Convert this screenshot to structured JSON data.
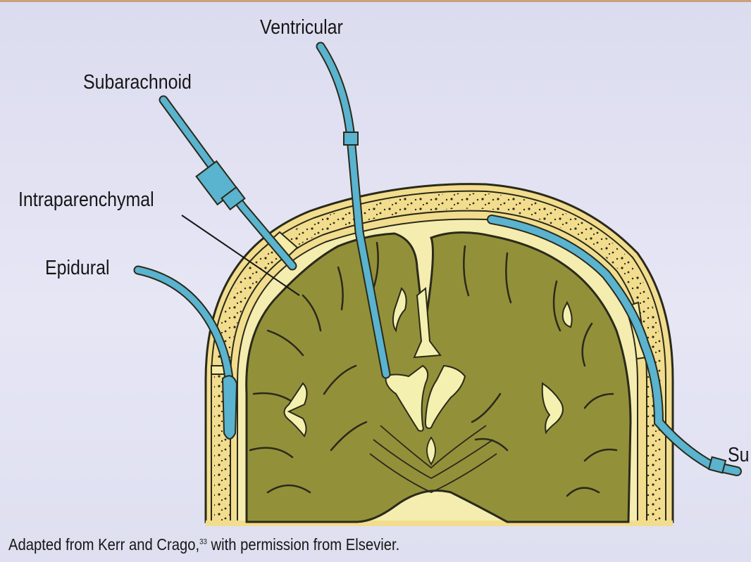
{
  "labels": {
    "ventricular": "Ventricular",
    "subarachnoid": "Subarachnoid",
    "intraparenchymal": "Intraparenchymal",
    "epidural": "Epidural",
    "subdural_partial": "Su"
  },
  "caption": {
    "before": "Adapted from Kerr and Crago,",
    "ref": "33",
    "after": " with permission from Elsevier."
  },
  "colors": {
    "background": "#e0e0f2",
    "skull": "#f2dd8e",
    "brain": "#93903a",
    "catheter": "#5ab3cf",
    "ventricle": "#f4f1b0"
  }
}
